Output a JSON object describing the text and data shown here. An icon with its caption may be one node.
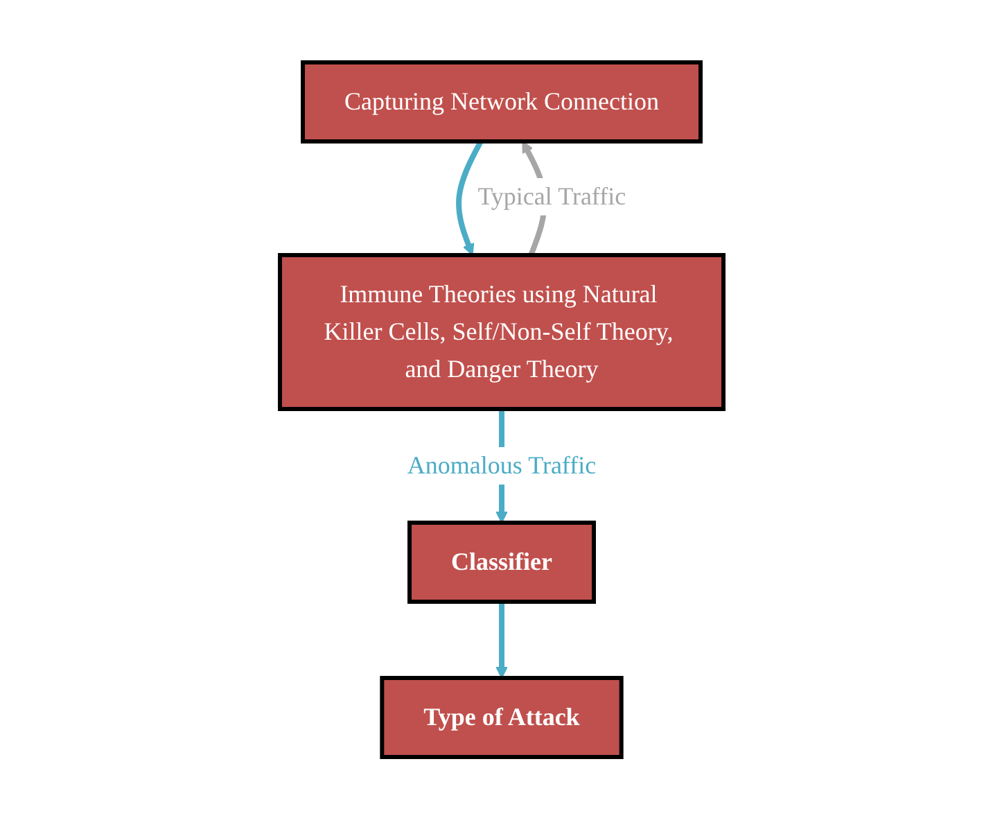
{
  "diagram": {
    "nodes": [
      {
        "text": [
          "Capturing Network Connection"
        ]
      },
      {
        "text": [
          "Immune Theories using Natural Killer Cells, Self/Non-Self Theory, and Danger Theory"
        ]
      },
      {
        "text": [
          "Classifier"
        ]
      },
      {
        "text": [
          "Type of Attack"
        ]
      }
    ],
    "edges": [
      {
        "from": 0,
        "to": 1,
        "arrow": "to"
      },
      {
        "from": 1,
        "to": 0,
        "arrow": "to",
        "label": "Typical Traffic",
        "color": "#a6a6a6"
      },
      {
        "from": 1,
        "to": 2,
        "arrow": "to",
        "label": "Anomalous Traffic"
      },
      {
        "from": 2,
        "to": 3,
        "arrow": "to"
      }
    ]
  }
}
